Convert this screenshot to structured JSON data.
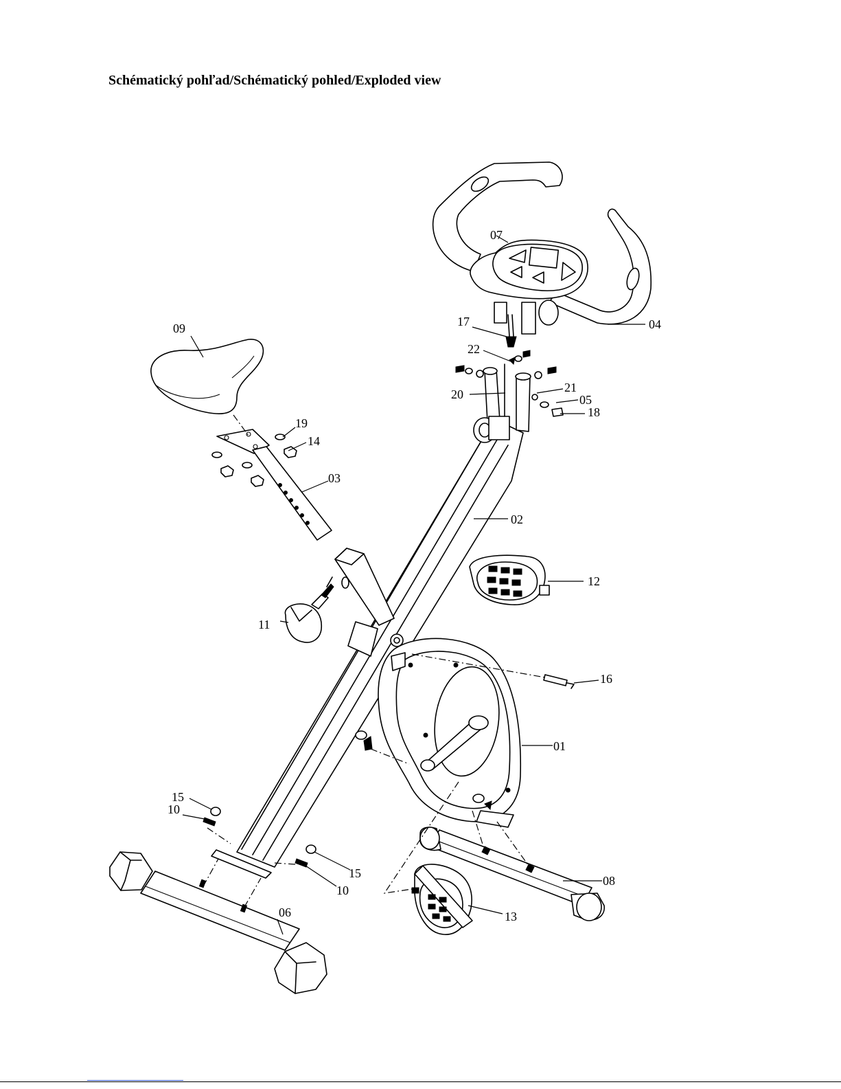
{
  "title": "Schématický pohľad/Schématický pohled/Exploded view",
  "parts": [
    {
      "id": "p01",
      "label": "01"
    },
    {
      "id": "p02",
      "label": "02"
    },
    {
      "id": "p03",
      "label": "03"
    },
    {
      "id": "p04",
      "label": "04"
    },
    {
      "id": "p05",
      "label": "05"
    },
    {
      "id": "p06",
      "label": "06"
    },
    {
      "id": "p07",
      "label": "07"
    },
    {
      "id": "p08",
      "label": "08"
    },
    {
      "id": "p09",
      "label": "09"
    },
    {
      "id": "p10a",
      "label": "10"
    },
    {
      "id": "p10b",
      "label": "10"
    },
    {
      "id": "p11",
      "label": "11"
    },
    {
      "id": "p12",
      "label": "12"
    },
    {
      "id": "p13",
      "label": "13"
    },
    {
      "id": "p14",
      "label": "14"
    },
    {
      "id": "p15a",
      "label": "15"
    },
    {
      "id": "p15b",
      "label": "15"
    },
    {
      "id": "p16",
      "label": "16"
    },
    {
      "id": "p17",
      "label": "17"
    },
    {
      "id": "p18",
      "label": "18"
    },
    {
      "id": "p19",
      "label": "19"
    },
    {
      "id": "p20",
      "label": "20"
    },
    {
      "id": "p21",
      "label": "21"
    },
    {
      "id": "p22",
      "label": "22"
    }
  ]
}
